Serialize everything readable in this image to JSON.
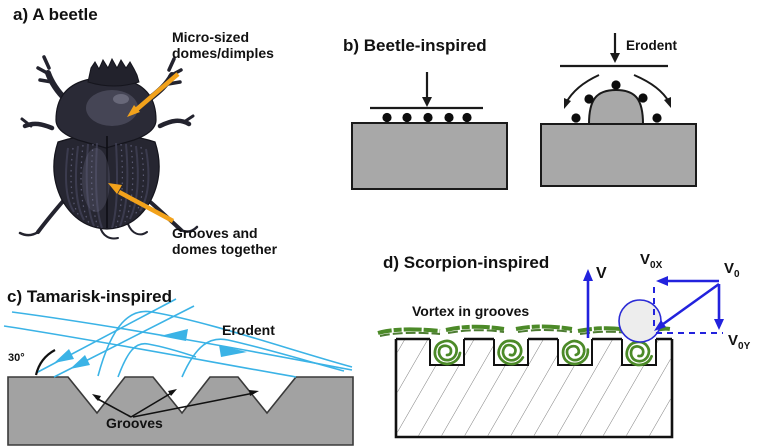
{
  "figure": {
    "panel_a": {
      "title": "a) A beetle",
      "label_domes": "Micro-sized domes/dimples",
      "label_grooves": "Grooves and domes together"
    },
    "panel_b": {
      "title": "b) Beetle-inspired",
      "erodent_label": "Erodent"
    },
    "panel_c": {
      "title": "c) Tamarisk-inspired",
      "erodent_label": "Erodent",
      "angle_label": "30°",
      "grooves_label": "Grooves"
    },
    "panel_d": {
      "title": "d) Scorpion-inspired",
      "vortex_label": "Vortex in grooves",
      "velocity_label": "V",
      "v0x": {
        "main": "V",
        "sub": "0X"
      },
      "v0": {
        "main": "V",
        "sub": "0"
      },
      "v0y": {
        "main": "V",
        "sub": "0Y"
      }
    }
  },
  "colors": {
    "annotation_orange": "#F2A21B",
    "streamline_blue": "#3BB3E6",
    "vector_blue": "#2222DD",
    "vortex_green": "#4C8A28",
    "surface_gray": "#A8A8A8"
  }
}
